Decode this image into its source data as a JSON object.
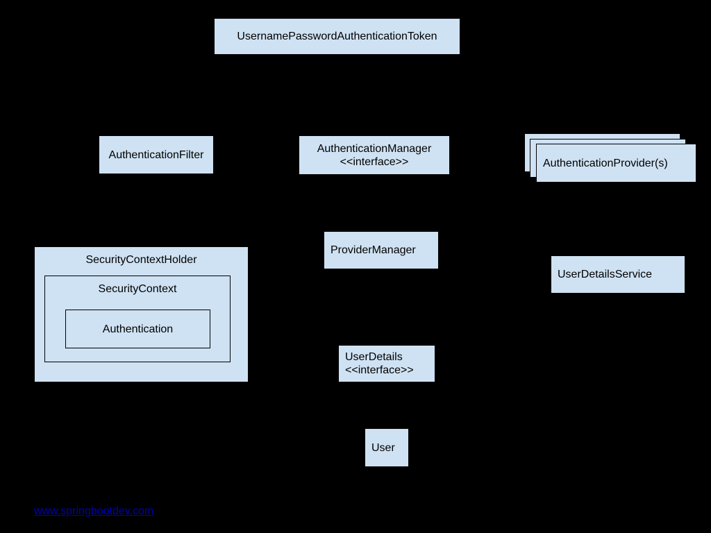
{
  "page": {
    "background": "#000000",
    "description_colors": {
      "node_fill": "#cfe2f3",
      "node_border": "#000000",
      "node_text": "#000000",
      "link_color": "#0000bb"
    }
  },
  "nodes": {
    "token": {
      "label": "UsernamePasswordAuthenticationToken"
    },
    "authentication_filter": {
      "label": "AuthenticationFilter"
    },
    "authentication_manager": {
      "label": "AuthenticationManager",
      "stereotype": "<<interface>>"
    },
    "authentication_providers": {
      "label": "AuthenticationProvider(s)"
    },
    "provider_manager": {
      "label": "ProviderManager"
    },
    "user_details_service": {
      "label": "UserDetailsService"
    },
    "security_context_holder": {
      "label": "SecurityContextHolder"
    },
    "security_context": {
      "label": "SecurityContext"
    },
    "authentication": {
      "label": "Authentication"
    },
    "user_details": {
      "label": "UserDetails",
      "stereotype": "<<interface>>"
    },
    "user": {
      "label": "User"
    }
  },
  "footer": {
    "link_text": "www.springbootdev.com"
  }
}
